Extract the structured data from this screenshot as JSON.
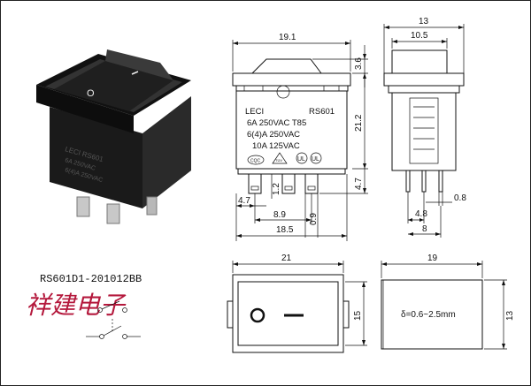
{
  "part_number": "RS601D1-201012BB",
  "brand_text": "祥建电子",
  "delta_note": "δ=0.6~2.5mm",
  "front_view": {
    "label_lines": [
      "LECI",
      "RS601",
      "6A 250VAC T85",
      "6(4)A 250VAC",
      "10A 125VAC"
    ],
    "cert_marks": [
      "CQC",
      "TÜV",
      "UL"
    ],
    "on_symbol": "I",
    "off_symbol": "O",
    "dims": {
      "width_top": "19.1",
      "height_top": "3.6",
      "height_body": "21.2",
      "height_pin": "4.7",
      "pin_gap": "1.2",
      "pin_left": "4.7",
      "pin_span": "8.9",
      "pin_thick": "0.9",
      "width_total": "18.5"
    }
  },
  "side_view": {
    "dims": {
      "width_outer": "13",
      "width_inner": "10.5",
      "pin_w": "0.8",
      "pin_span1": "4.8",
      "pin_span2": "8"
    }
  },
  "panel_cutout": {
    "dims": {
      "width": "21",
      "height": "15"
    }
  },
  "panel_side": {
    "dims": {
      "width": "19",
      "height": "13"
    }
  },
  "colors": {
    "brand": "#b4183c",
    "line": "#111111"
  }
}
